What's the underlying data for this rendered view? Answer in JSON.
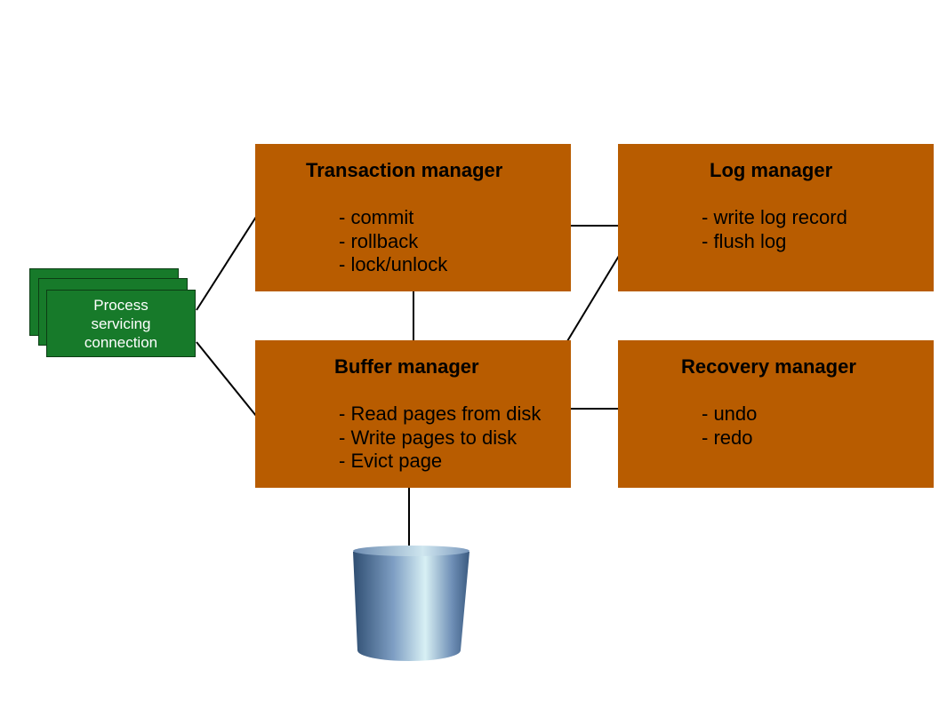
{
  "process": {
    "label": "Process\nservicing\nconnection"
  },
  "transaction_manager": {
    "title": "Transaction manager",
    "items": [
      "- commit",
      "- rollback",
      "- lock/unlock"
    ]
  },
  "log_manager": {
    "title": "Log manager",
    "items": [
      "- write log record",
      "- flush log"
    ]
  },
  "buffer_manager": {
    "title": "Buffer manager",
    "items": [
      "- Read pages from disk",
      "- Write pages to disk",
      "- Evict page"
    ]
  },
  "recovery_manager": {
    "title": "Recovery manager",
    "items": [
      "- undo",
      "- redo"
    ]
  },
  "colors": {
    "box_fill": "#b85c00",
    "process_fill": "#177a2a",
    "disk_fill": "#5a7fa8"
  }
}
